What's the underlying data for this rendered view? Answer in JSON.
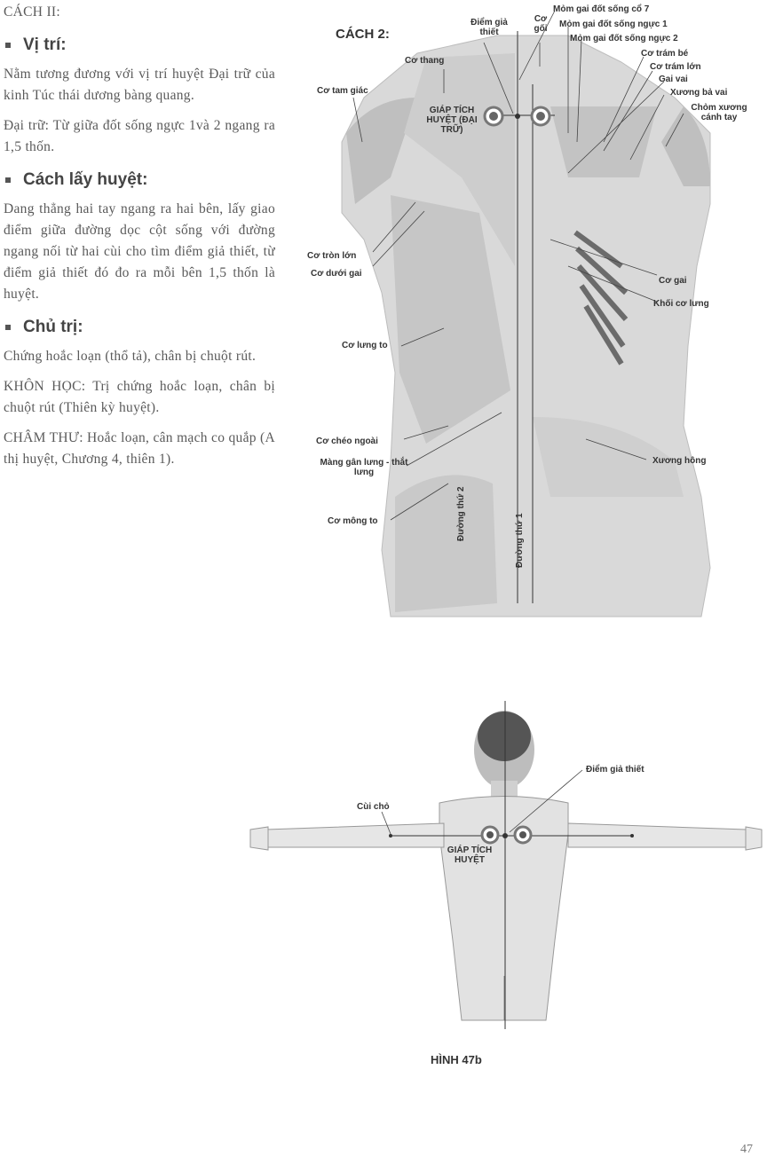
{
  "left_column": {
    "heading_cach": "CÁCH II:",
    "vi_tri": {
      "title": "Vị trí:",
      "p1": "Nằm tương đương với vị trí huyệt Đại trữ của kinh Túc thái dương bàng quang.",
      "p2": "Đại trữ: Từ giữa đốt sống ngực 1và 2 ngang ra 1,5 thốn."
    },
    "cach_lay": {
      "title": "Cách lấy huyệt:",
      "p1": "Dang thẳng hai tay ngang ra hai bên, lấy giao điểm giữa đường dọc cột sống với đường ngang nối từ hai cùi cho tìm điểm giả thiết, từ điểm giả thiết đó đo ra mỗi bên 1,5 thốn là huyệt."
    },
    "chu_tri": {
      "title": "Chủ trị:",
      "p1": "Chứng hoắc loạn (thổ tả), chân bị chuột rút.",
      "p2": "KHÔN HỌC: Trị chứng hoắc loạn, chân bị chuột rút (Thiên kỳ huyệt).",
      "p3": "CHÂM THƯ: Hoắc loạn, cân mạch co quắp (A thị huyệt, Chương 4, thiên 1)."
    }
  },
  "figure_top": {
    "title": "CÁCH 2:",
    "labels": {
      "diem_gia_thiet": "Điểm giả thiết",
      "co_goi": "Cơ gối",
      "mom_gai_c7": "Mỏm gai đốt sống cổ 7",
      "mom_gai_n1": "Mỏm gai đốt sống ngực 1",
      "mom_gai_n2": "Mỏm gai đốt sống ngực 2",
      "co_tram_be": "Cơ trám bé",
      "co_tram_lon": "Cơ trám lớn",
      "gai_vai": "Gai vai",
      "xuong_ba_vai": "Xương bả vai",
      "chom_xuong_canh_tay": "Chỏm xương cánh tay",
      "co_thang": "Cơ thang",
      "co_tam_giac": "Cơ tam giác",
      "giap_tich_huyet": "GIÁP TÍCH HUYỆT (ĐẠI TRỮ)",
      "co_tron_lon": "Cơ tròn lớn",
      "co_duoi_gai": "Cơ dưới gai",
      "co_gai": "Cơ gai",
      "khoi_co_lung": "Khối cơ lưng",
      "co_lung_to": "Cơ lưng to",
      "co_cheo_ngoai": "Cơ chéo ngoài",
      "mang_gan": "Màng gân lưng - thắt lưng",
      "xuong_hong": "Xương hông",
      "co_mong_to": "Cơ mông to",
      "duong_thu_2": "Đường thứ 2",
      "duong_thu_1": "Đường thứ 1"
    }
  },
  "figure_bottom": {
    "labels": {
      "diem_gia_thiet": "Điểm giả thiết",
      "cui_cho": "Cùi chỏ",
      "giap_tich_huyet": "GIÁP TÍCH HUYỆT"
    },
    "caption": "HÌNH 47b"
  },
  "page_number": "47"
}
